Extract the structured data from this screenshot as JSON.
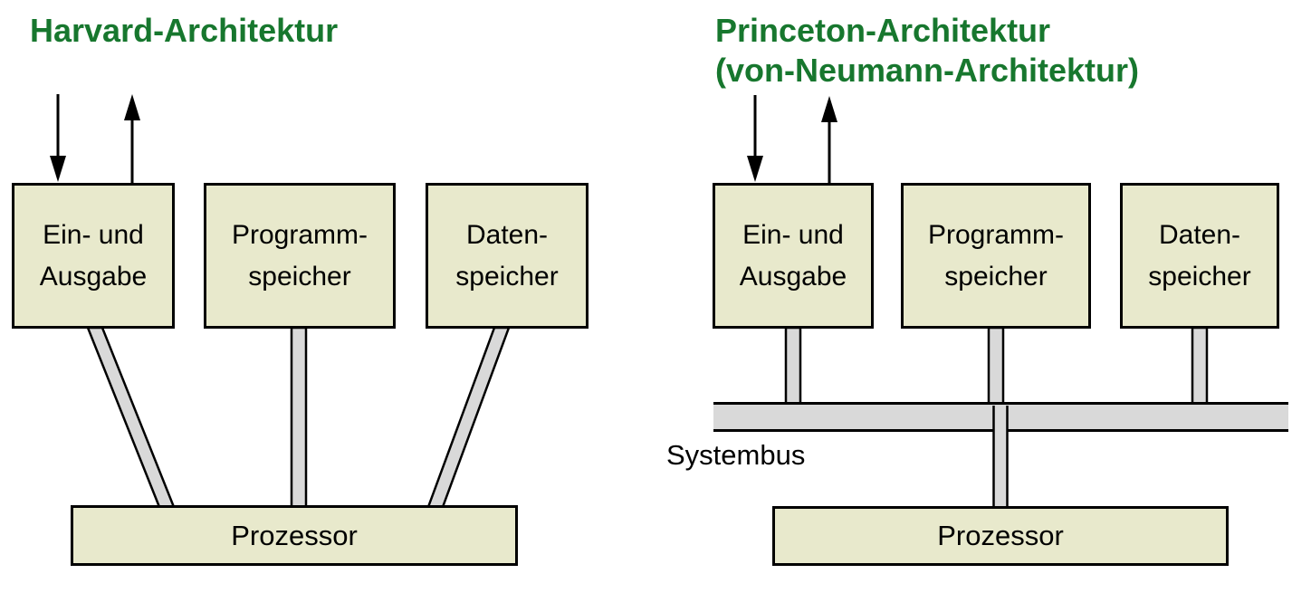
{
  "colors": {
    "title_green": "#17772e",
    "box_fill": "#e8e9cc",
    "box_border": "#000000",
    "connector_fill": "#d9d9d9",
    "text": "#000000",
    "background": "#ffffff"
  },
  "harvard": {
    "title": "Harvard-Architektur",
    "boxes": [
      {
        "line1": "Ein- und",
        "line2": "Ausgabe"
      },
      {
        "line1": "Programm-",
        "line2": "speicher"
      },
      {
        "line1": "Daten-",
        "line2": "speicher"
      }
    ],
    "processor": "Prozessor"
  },
  "princeton": {
    "title_line1": "Princeton-Architektur",
    "title_line2": "(von-Neumann-Architektur)",
    "boxes": [
      {
        "line1": "Ein- und",
        "line2": "Ausgabe"
      },
      {
        "line1": "Programm-",
        "line2": "speicher"
      },
      {
        "line1": "Daten-",
        "line2": "speicher"
      }
    ],
    "processor": "Prozessor",
    "bus_label": "Systembus"
  }
}
